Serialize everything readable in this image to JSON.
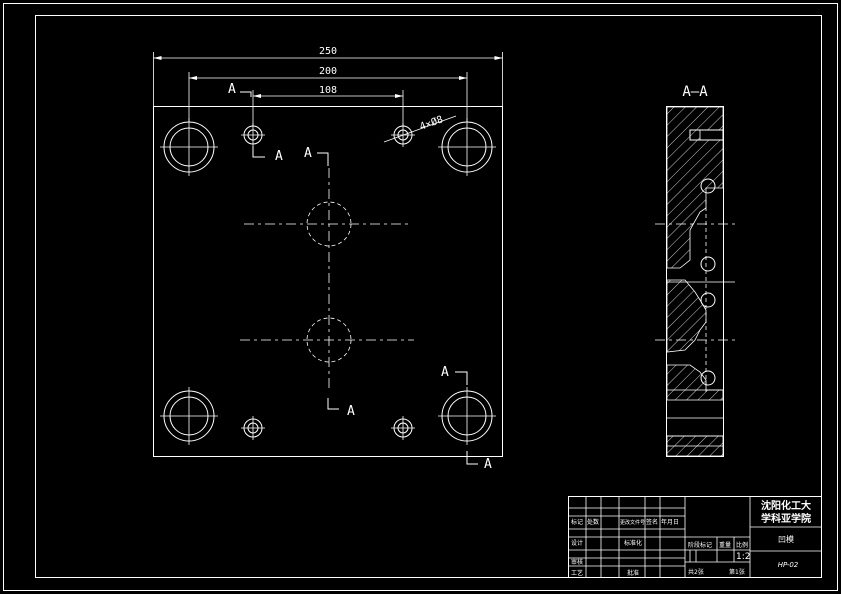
{
  "dimensions": {
    "overall_width": "250",
    "hole_spacing": "200",
    "pin_spacing": "108",
    "hole_callout": "4×Ø8"
  },
  "section_marks": {
    "letter": "A",
    "section_title": "A—A"
  },
  "title_block": {
    "school_line1": "沈阳化工大",
    "school_line2": "学科亚学院",
    "part_name": "凹模",
    "drawing_no": "HP-02",
    "scale": "1:2",
    "sheet_total": "共2张",
    "sheet_no": "第1张",
    "labels": {
      "mark": "标记",
      "count": "处数",
      "change_doc": "更改文件号",
      "sign": "签名",
      "date": "年月日",
      "design": "设计",
      "standardize": "标准化",
      "review": "审核",
      "process": "工艺",
      "approve": "批准",
      "stage_mark": "阶段标记",
      "weight": "重量",
      "scale_label": "比例"
    }
  }
}
